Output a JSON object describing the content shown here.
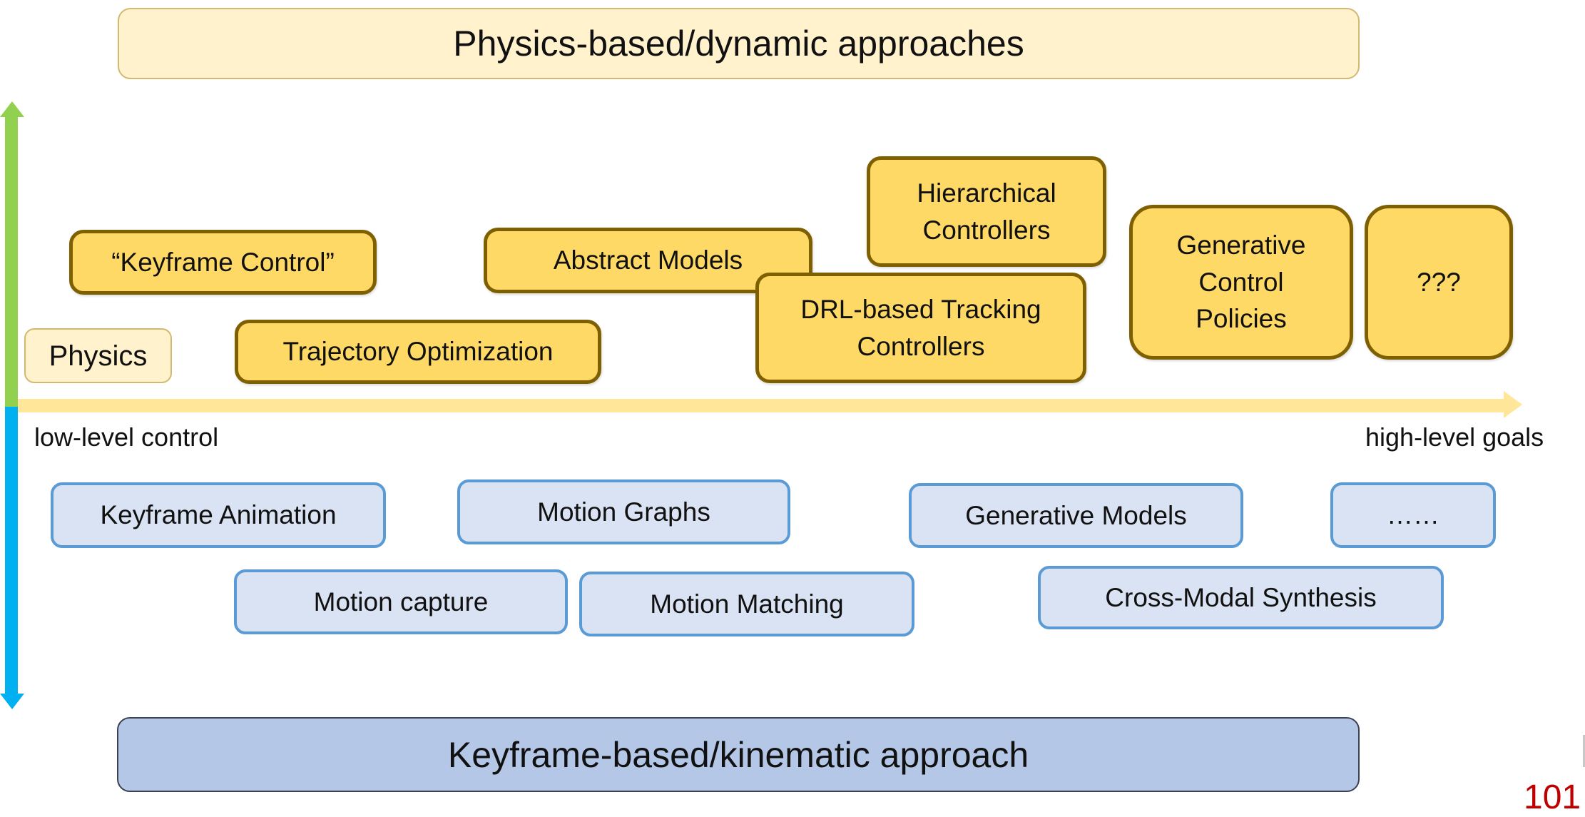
{
  "banners": {
    "top": "Physics-based/dynamic approaches",
    "bottom": "Keyframe-based/kinematic approach"
  },
  "axis": {
    "low_label": "low-level control",
    "high_label": "high-level goals",
    "vertical_up_color": "#92d050",
    "vertical_down_color": "#00b0f0",
    "horizontal_color": "#ffe699"
  },
  "physics_methods": {
    "physics": "Physics",
    "keyframe_control": "“Keyframe Control”",
    "trajectory_optimization": "Trajectory Optimization",
    "abstract_models": "Abstract Models",
    "hierarchical_controllers": [
      "Hierarchical",
      "Controllers"
    ],
    "drl_tracking_controllers": [
      "DRL-based Tracking",
      "Controllers"
    ],
    "generative_control_policies": [
      "Generative",
      "Control",
      "Policies"
    ],
    "unknown": "???"
  },
  "kinematic_methods": {
    "keyframe_animation": "Keyframe Animation",
    "motion_graphs": "Motion Graphs",
    "generative_models": "Generative Models",
    "more": "……",
    "motion_capture": "Motion capture",
    "motion_matching": "Motion Matching",
    "cross_modal_synthesis": "Cross-Modal Synthesis"
  },
  "colors": {
    "physics_fill": "#ffd966",
    "physics_border": "#7f6000",
    "kinematic_fill": "#dae3f3",
    "kinematic_border": "#5b9bd5",
    "page_number": "#c00000"
  },
  "page_number": "101"
}
